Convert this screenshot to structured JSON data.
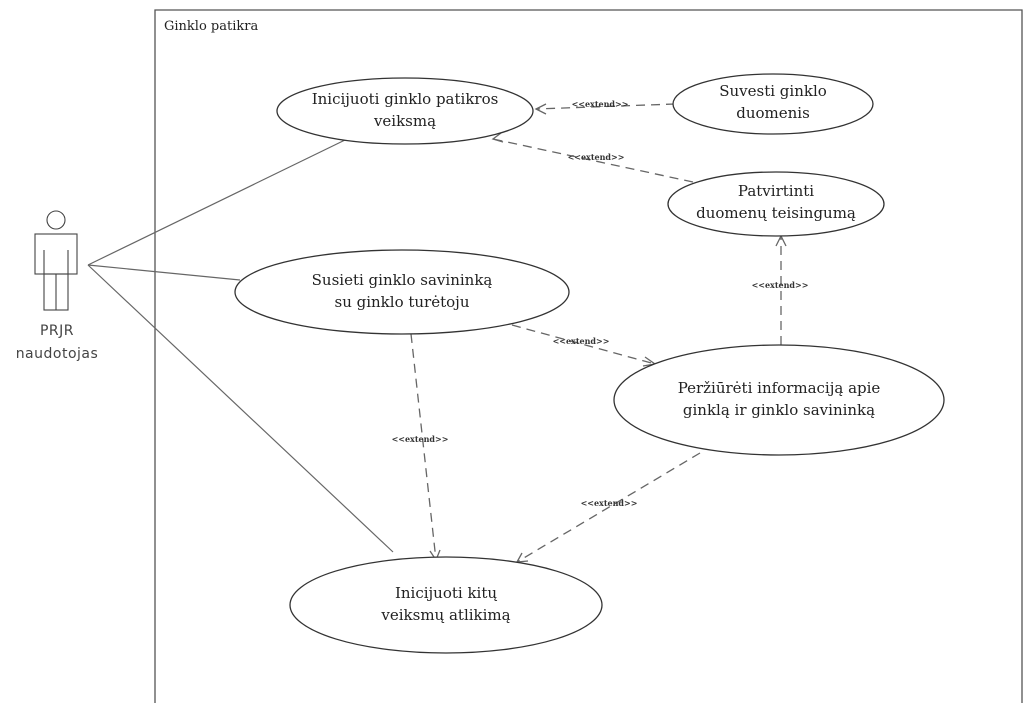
{
  "boundary": {
    "title": "Ginklo patikra"
  },
  "actor": {
    "name_line1": "PRJR",
    "name_line2": "naudotojas"
  },
  "use_cases": {
    "initiate_check": [
      "Inicijuoti ginklo patikros",
      "veiksmą"
    ],
    "enter_data": [
      "Suvesti ginklo",
      "duomenis"
    ],
    "confirm_data": [
      "Patvirtinti",
      "duomenų teisingumą"
    ],
    "link_owner": [
      "Susieti ginklo savininką",
      "su ginklo turėtoju"
    ],
    "view_info": [
      "Peržiūrėti informaciją apie",
      "ginklą ir ginklo savininką"
    ],
    "initiate_other": [
      "Inicijuoti kitų",
      "veiksmų atlikimą"
    ]
  },
  "relations": {
    "extend_label": "<<extend>>"
  }
}
